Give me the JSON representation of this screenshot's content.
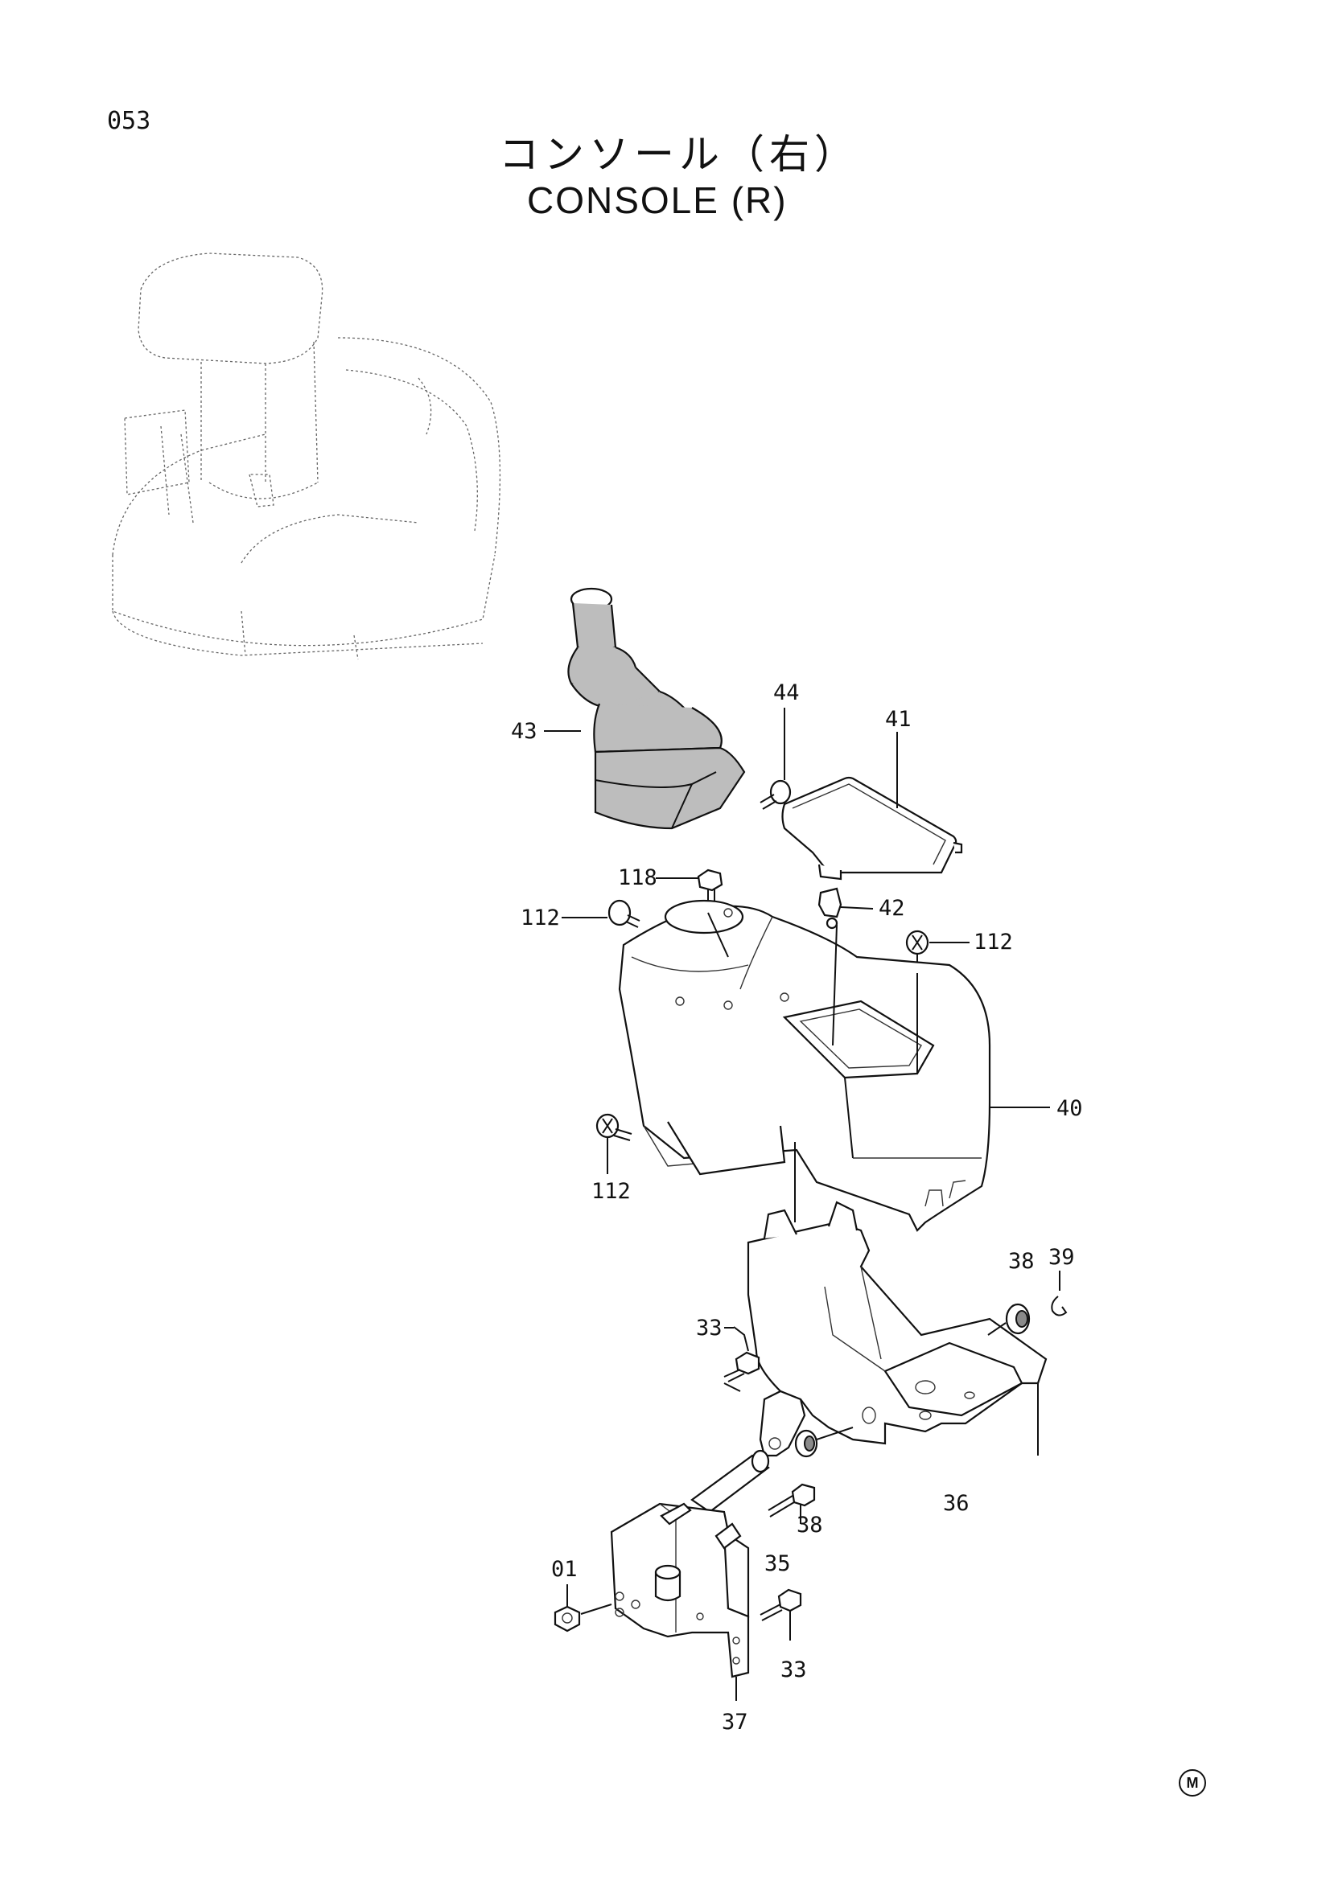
{
  "page_number": "053",
  "title": {
    "jp": "コンソール（右）",
    "en": "CONSOLE (R)"
  },
  "mark": "M",
  "callouts": {
    "p01": "01",
    "p33a": "33",
    "p33b": "33",
    "p35": "35",
    "p36": "36",
    "p37": "37",
    "p38a": "38",
    "p38b": "38",
    "p39": "39",
    "p40": "40",
    "p41": "41",
    "p42": "42",
    "p43": "43",
    "p44": "44",
    "p112a": "112",
    "p112b": "112",
    "p112c": "112",
    "p118": "118"
  }
}
